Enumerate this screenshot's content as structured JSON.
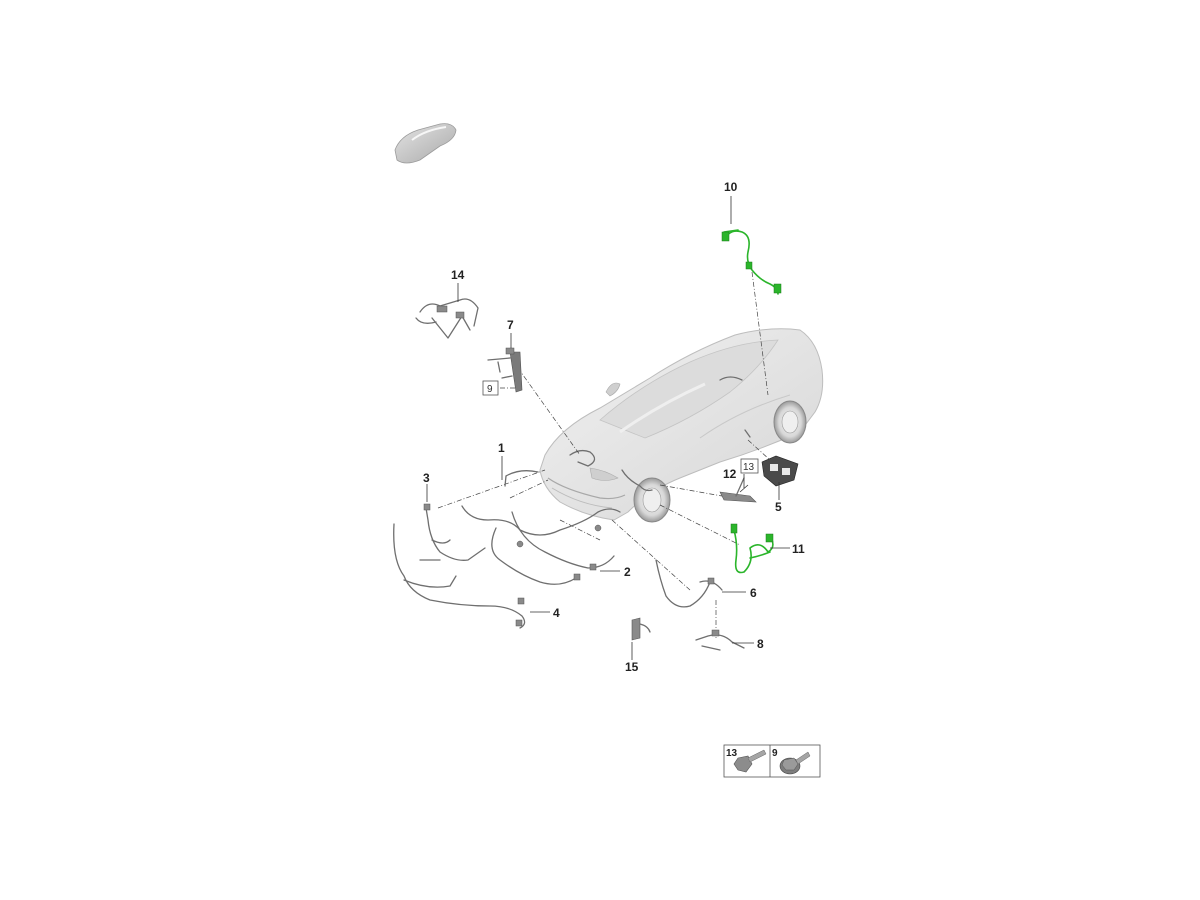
{
  "parts": [
    {
      "number": "1"
    },
    {
      "number": "2"
    },
    {
      "number": "3"
    },
    {
      "number": "4"
    },
    {
      "number": "5"
    },
    {
      "number": "6"
    },
    {
      "number": "7"
    },
    {
      "number": "8"
    },
    {
      "number": "9"
    },
    {
      "number": "10"
    },
    {
      "number": "11"
    },
    {
      "number": "12"
    },
    {
      "number": "13"
    },
    {
      "number": "14"
    },
    {
      "number": "15"
    }
  ],
  "boxed_refs": {
    "ref_9": "9",
    "ref_13": "13"
  },
  "fasteners": {
    "item_13": "13",
    "item_9": "9"
  },
  "colors": {
    "highlight": "#2bb52b",
    "car_body": "#e6e6e6",
    "wiring": "#6f6f6f",
    "text": "#222222"
  },
  "icons": [
    "car-thumbnail-icon",
    "bolt-icon",
    "flange-bolt-icon"
  ]
}
